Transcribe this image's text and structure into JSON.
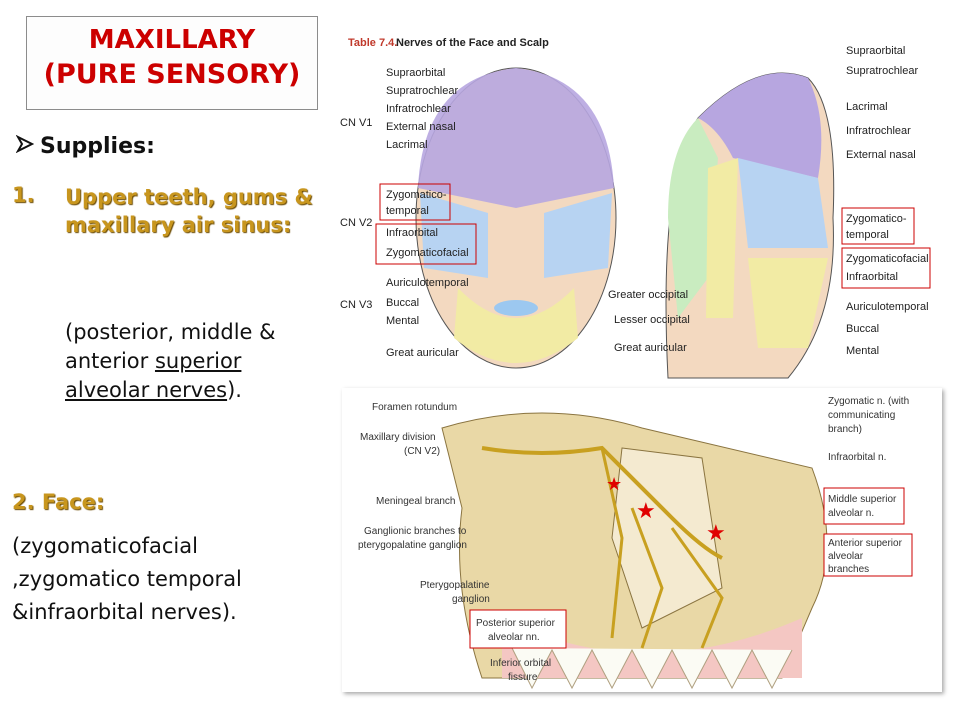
{
  "title": {
    "line1": "MAXILLARY",
    "line2": "(PURE SENSORY)"
  },
  "supplies_label": "Supplies:",
  "item1": {
    "number": "1.",
    "heading": "Upper teeth, gums & maxillary air sinus:",
    "detail_a": "(posterior, middle & anterior ",
    "detail_underlined": "superior alveolar nerves",
    "detail_b": ")."
  },
  "item2": {
    "heading": "2.   Face:",
    "detail_line1": "(zygomaticofacial",
    "detail_line2": ",zygomatico temporal",
    "detail_line3": "&infraorbital nerves)."
  },
  "top_figure": {
    "table_title_prefix": "Table 7.4.",
    "table_title": "Nerves of the Face and Scalp",
    "left_labels": [
      "Supraorbital",
      "Supratrochlear",
      "Infratrochlear",
      "External nasal",
      "Lacrimal",
      "Zygomatico-",
      "temporal",
      "Infraorbital",
      "Zygomaticofacial",
      "Auriculotemporal",
      "Buccal",
      "Mental",
      "Great auricular"
    ],
    "cn_labels": [
      "CN V1",
      "CN V2",
      "CN V3"
    ],
    "middle_labels": [
      "Greater occipital",
      "Lesser occipital",
      "Great auricular"
    ],
    "right_labels": [
      "Supraorbital",
      "Supratrochlear",
      "Lacrimal",
      "Infratrochlear",
      "External nasal",
      "Zygomatico-",
      "temporal",
      "Zygomaticofacial",
      "Infraorbital",
      "Auriculotemporal",
      "Buccal",
      "Mental"
    ]
  },
  "bottom_figure": {
    "left_labels": [
      "Foramen rotundum",
      "Maxillary division",
      "(CN V2)",
      "Meningeal branch",
      "Ganglionic branches to",
      "pterygopalatine ganglion",
      "Pterygopalatine",
      "ganglion",
      "Posterior superior",
      "alveolar nn.",
      "Inferior orbital",
      "fissure"
    ],
    "right_labels": [
      "Zygomatic n. (with",
      "communicating",
      "branch)",
      "Infraorbital n.",
      "Middle superior",
      "alveolar n.",
      "Anterior superior",
      "alveolar",
      "branches"
    ]
  },
  "colors": {
    "title_red": "#cc0000",
    "gold": "#c8961e",
    "purple": "#b7a6e0",
    "blue": "#b7d3f2",
    "yellow": "#f2eba4",
    "green": "#c9ecc0"
  }
}
